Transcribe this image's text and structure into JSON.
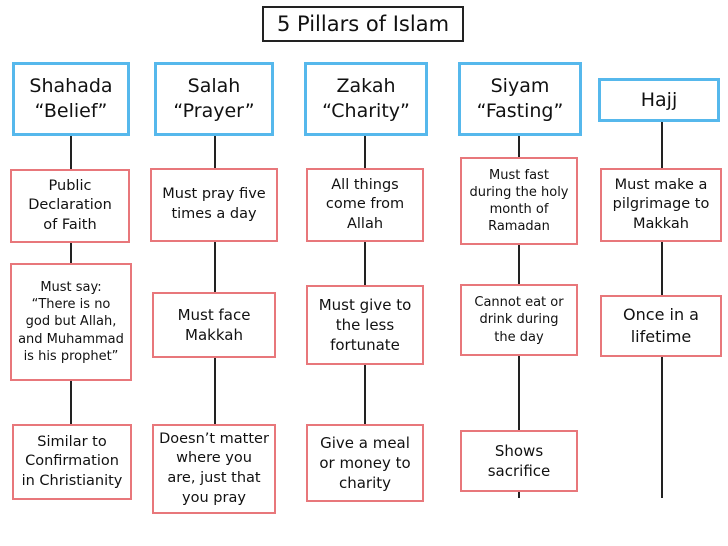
{
  "title": "5 Pillars of Islam",
  "pillars": [
    {
      "head": "Shahada\n“Belief”",
      "boxes": [
        "Public\nDeclaration\nof Faith",
        "Must say:\n“There is no\ngod but Allah,\nand Muhammad\nis his prophet”",
        "Similar to\nConfirmation\nin Christianity"
      ]
    },
    {
      "head": "Salah\n“Prayer”",
      "boxes": [
        "Must pray five\ntimes a day",
        "Must face\nMakkah",
        "Doesn’t matter\nwhere you\nare, just that\nyou pray"
      ]
    },
    {
      "head": "Zakah\n“Charity”",
      "boxes": [
        "All things\ncome from\nAllah",
        "Must give to\nthe less\nfortunate",
        "Give a meal\nor money to\ncharity"
      ]
    },
    {
      "head": "Siyam\n“Fasting”",
      "boxes": [
        "Must fast\nduring the holy\nmonth of\nRamadan",
        "Cannot eat or\ndrink during\nthe day",
        "Shows\nsacrifice"
      ]
    },
    {
      "head": "Hajj",
      "boxes": [
        "Must make a\npilgrimage to\nMakkah",
        "Once in a\nlifetime"
      ]
    }
  ]
}
